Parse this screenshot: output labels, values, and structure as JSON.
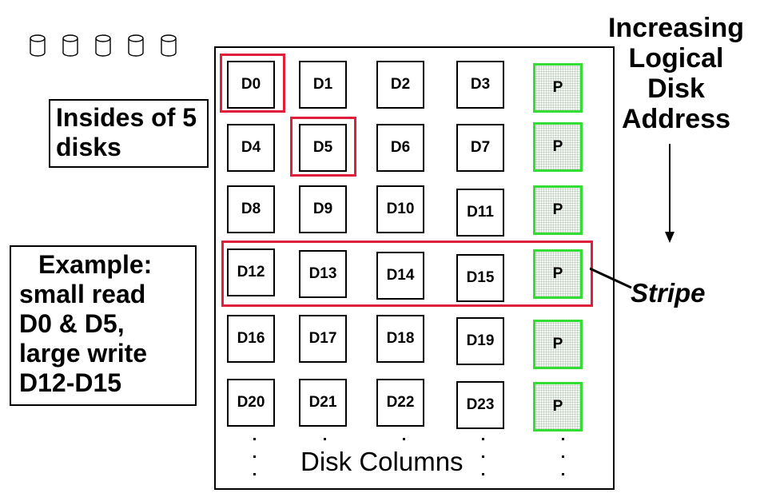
{
  "disk_icons": [
    "disk-icon",
    "disk-icon",
    "disk-icon",
    "disk-icon",
    "disk-icon"
  ],
  "cells": {
    "rows": [
      [
        "D0",
        "D1",
        "D2",
        "D3",
        "P"
      ],
      [
        "D4",
        "D5",
        "D6",
        "D7",
        "P"
      ],
      [
        "D8",
        "D9",
        "D10",
        "D11",
        "P"
      ],
      [
        "D12",
        "D13",
        "D14",
        "D15",
        "P"
      ],
      [
        "D16",
        "D17",
        "D18",
        "D19",
        "P"
      ],
      [
        "D20",
        "D21",
        "D22",
        "D23",
        "P"
      ]
    ]
  },
  "labels": {
    "insides": "Insides of 5 disks",
    "example": [
      "Example:",
      "small read",
      "D0 & D5,",
      "large write",
      "D12-D15"
    ],
    "increasing": [
      "Increasing",
      "Logical",
      "Disk",
      "Address"
    ],
    "stripe": "Stripe",
    "disk_columns": "Disk Columns"
  },
  "colors": {
    "highlight": "#e0203a",
    "parity_border": "#33dd33"
  }
}
